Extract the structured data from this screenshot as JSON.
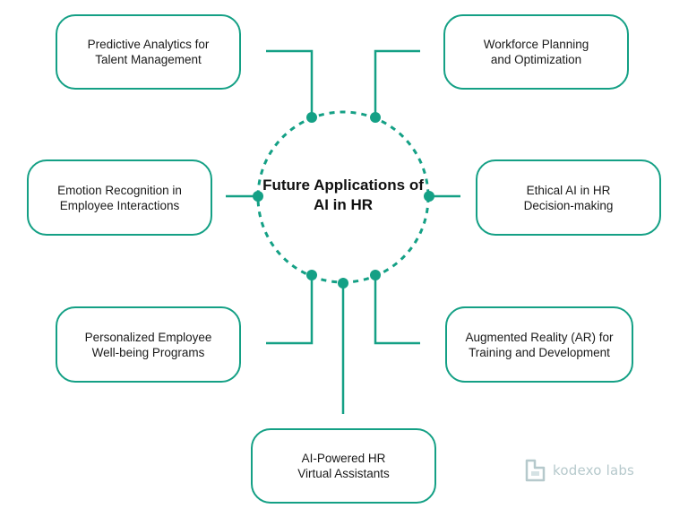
{
  "center": {
    "line1": "Future Applications",
    "line2": "of AI in HR"
  },
  "boxes": {
    "predictive": {
      "line1": "Predictive Analytics for",
      "line2": "Talent Management"
    },
    "workforce": {
      "line1": "Workforce Planning",
      "line2": "and Optimization"
    },
    "emotion": {
      "line1": "Emotion Recognition in",
      "line2": "Employee Interactions"
    },
    "ethical": {
      "line1": "Ethical AI in HR",
      "line2": "Decision-making"
    },
    "wellbeing": {
      "line1": "Personalized Employee",
      "line2": "Well-being Programs"
    },
    "ar": {
      "line1": "Augmented Reality (AR) for",
      "line2": "Training and Development"
    },
    "assistants": {
      "line1": "AI-Powered HR",
      "line2": "Virtual Assistants"
    }
  },
  "logo": {
    "text": "kodexo labs"
  },
  "colors": {
    "accent": "#14a085",
    "logo": "#b6c9cc"
  }
}
